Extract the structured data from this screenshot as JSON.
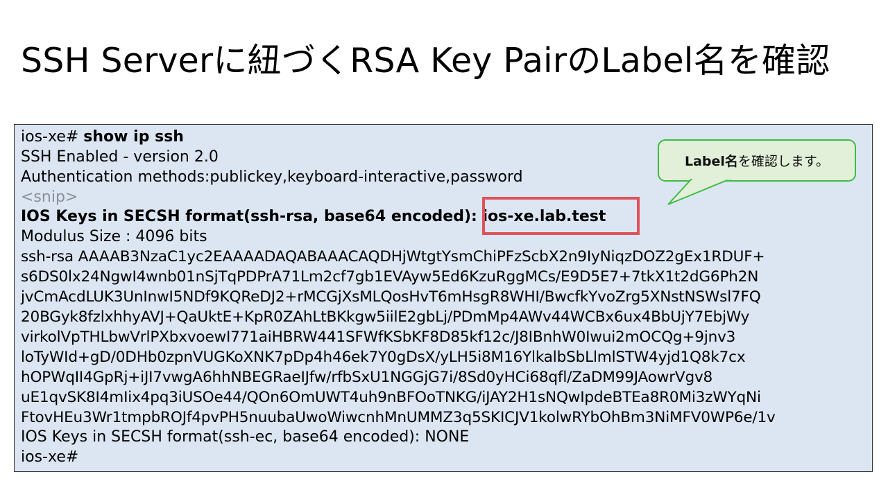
{
  "slide": {
    "title": "SSH Serverに紐づくRSA Key PairのLabel名を確認"
  },
  "terminal": {
    "prompt": "ios-xe#",
    "command": "show ip ssh",
    "ssh_enabled": "SSH Enabled - version 2.0",
    "auth_methods": "Authentication methods:publickey,keyboard-interactive,password",
    "snip": "<snip>",
    "rsa_keys_label": "IOS Keys in SECSH format(ssh-rsa, base64 encoded)",
    "rsa_key_name": "ios-xe.lab.test",
    "modulus_size": "Modulus Size : 4096 bits",
    "key_lines": [
      "ssh-rsa AAAAB3NzaC1yc2EAAAADAQABAAACAQDHjWtgtYsmChiPFzScbX2n9IyNiqzDOZ2gEx1RDUF+",
      "s6DS0lx24NgwI4wnb01nSjTqPDPrA71Lm2cf7gb1EVAyw5Ed6KzuRggMCs/E9D5E7+7tkX1t2dG6Ph2N",
      "jvCmAcdLUK3UnInwI5NDf9KQReDJ2+rMCGjXsMLQosHvT6mHsgR8WHI/BwcfkYvoZrg5XNstNSWsl7FQ",
      "20BGyk8fzlxhhyAVJ+QaUktE+KpR0ZAhLtBKkgw5iilE2gbLj/PDmMp4AWv44WCBx6ux4BbUjY7EbjWy",
      "virkolVpTHLbwVrlPXbxvoewI771aiHBRW441SFWfKSbKF8D85kf12c/J8IBnhW0Iwui2mOCQg+9jnv3",
      "loTyWId+gD/0DHb0zpnVUGKoXNK7pDp4h46ek7Y0gDsX/yLH5i8M16YlkalbSbLlmlSTW4yjd1Q8k7cx",
      "hOPWqII4GpRj+iJI7vwgA6hhNBEGRaeIJfw/rfbSxU1NGGjG7i/8Sd0yHCi68qfl/ZaDM99JAowrVgv8",
      "uE1qvSK8I4mIix4pq3iUSOe44/QOn6OmUWT4uh9nBFOoTNKG/iJAY2H1sNQwIpdeBTEa8R0Mi3zWYqNi",
      "FtovHEu3Wr1tmpbROJf4pvPH5nuubaUwoWiwcnhMnUMMZ3q5SKICJV1kolwRYbOhBm3NiMFV0WP6e/1v"
    ],
    "ec_keys": "IOS Keys in SECSH format(ssh-ec, base64 encoded): NONE",
    "final_prompt": "ios-xe#"
  },
  "callout": {
    "bold_text": "Label名",
    "text": "を確認します。"
  },
  "colors": {
    "terminal_bg": "#dce6f2",
    "highlight_border": "#e0525a",
    "callout_bg": "#e2f0d9",
    "callout_border": "#3ebc43"
  }
}
